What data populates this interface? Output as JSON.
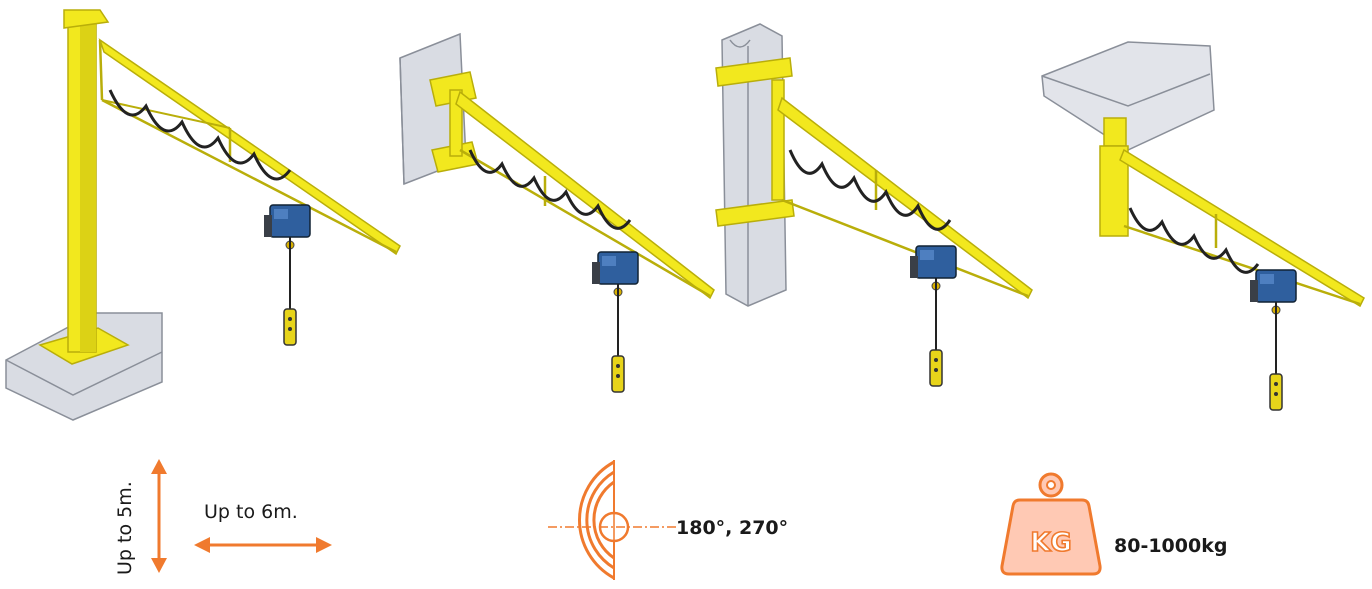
{
  "specs": {
    "height_label": "Up to 5m.",
    "reach_label": "Up to 6m.",
    "rotation_label": "180°, 270°",
    "capacity_badge": "KG",
    "capacity_label": "80-1000kg"
  },
  "colors": {
    "accent": "#F07A2E",
    "accent_light": "#FFC9B4",
    "crane_yellow": "#F2E81E",
    "crane_shadow": "#B9AE0A",
    "hoist_blue": "#2F5F9E",
    "concrete": "#D9DCE3",
    "concrete_edge": "#8A8F99"
  },
  "icons": [
    "vertical-arrow-icon",
    "horizontal-arrow-icon",
    "rotation-arc-icon",
    "weight-icon"
  ]
}
